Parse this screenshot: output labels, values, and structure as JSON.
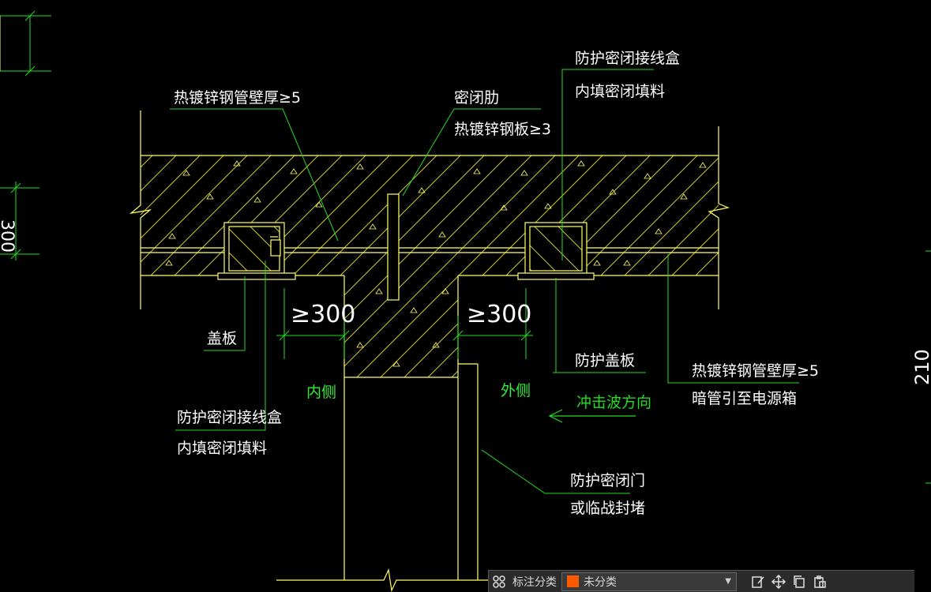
{
  "colors": {
    "structure": "#ffff66",
    "hatch": "#d4d43a",
    "leader": "#22dd22",
    "label_text": "#ffffff",
    "side_text": "#33ee33",
    "arrow_text": "#22dd22",
    "background": "#000000",
    "uncategorized_swatch": "#ff5a00"
  },
  "labels": {
    "steel_pipe_top_left": "热镀锌钢管壁厚≥5",
    "sealing_rib_line1": "密闭肋",
    "sealing_rib_line2": "热镀锌钢板≥3",
    "junction_box_top_line1": "防护密闭接线盒",
    "junction_box_top_line2": "内填密闭填料",
    "cover_plate": "盖板",
    "protective_cover_plate": "防护盖板",
    "steel_pipe_right_line1": "热镀锌钢管壁厚≥5",
    "steel_pipe_right_line2": "暗管引至电源箱",
    "junction_box_bottom_line1": "防护密闭接线盒",
    "junction_box_bottom_line2": "内填密闭填料",
    "inner_side": "内侧",
    "outer_side": "外侧",
    "shock_wave_direction": "冲击波方向",
    "door_line1": "防护密闭门",
    "door_line2": "或临战封堵",
    "dim_left": "≥300",
    "dim_right": "≥300",
    "left_dim_fragment": "300",
    "right_edge_dim": "210"
  },
  "toolbar": {
    "category_label": "标注分类",
    "selected_category": "未分类",
    "icons": [
      "grid-icon",
      "edit-icon",
      "move-icon",
      "copy-icon",
      "paste-icon"
    ]
  }
}
